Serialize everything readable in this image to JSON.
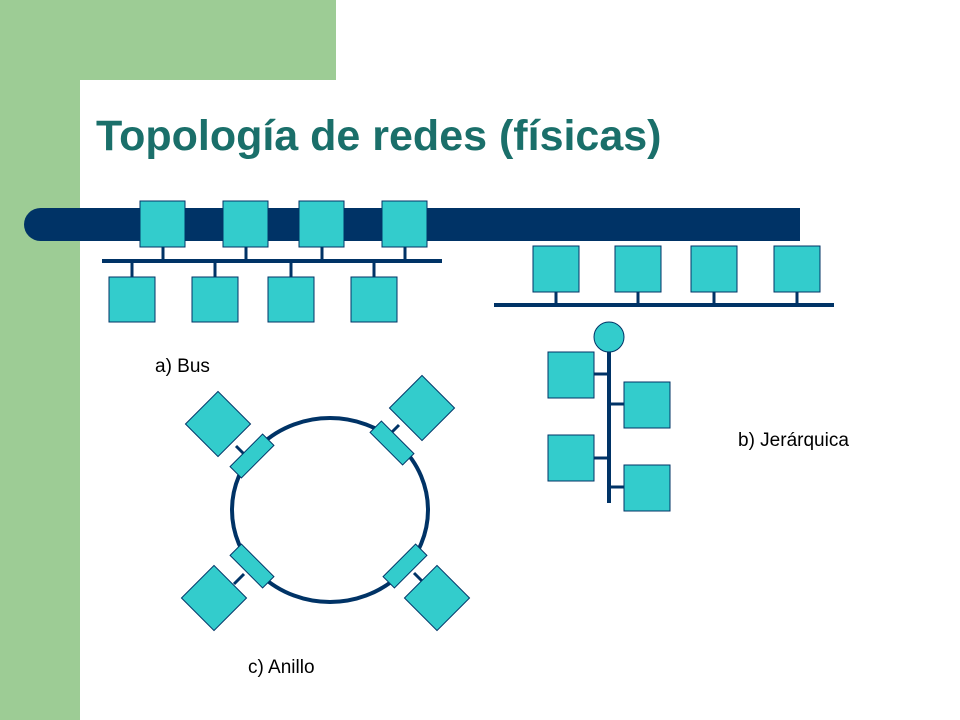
{
  "title": "Topología de redes (físicas)",
  "colors": {
    "decor_green": "#9dcc95",
    "title_teal": "#1a6f6a",
    "bar_navy": "#003366",
    "node_fill": "#33cccc",
    "line_navy": "#003366"
  },
  "labels": {
    "bus": "a) Bus",
    "hierarchical": "b) Jerárquica",
    "ring": "c) Anillo"
  }
}
